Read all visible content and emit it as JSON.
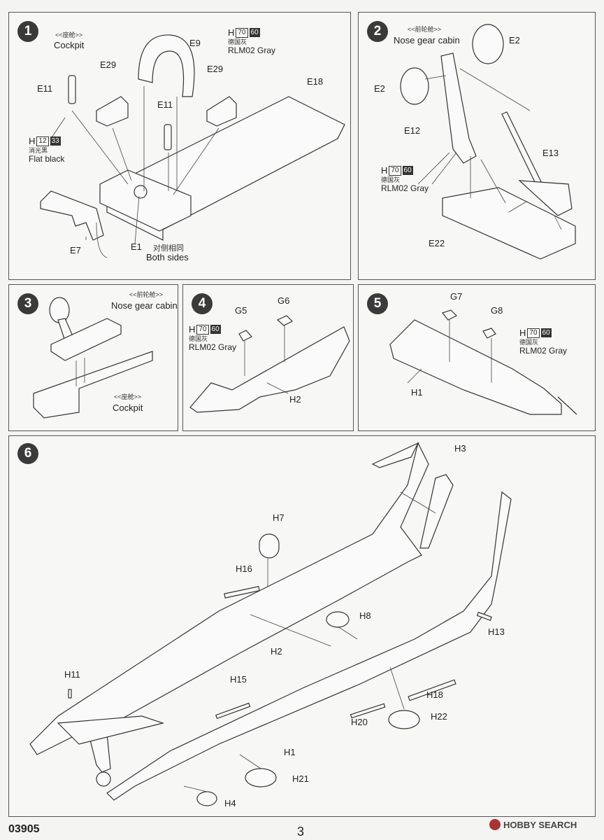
{
  "page": {
    "code": "03905",
    "number": "3",
    "watermark": "HOBBY SEARCH"
  },
  "steps": {
    "s1": {
      "num": "1",
      "cockpit_cn": "<<座舱>>",
      "cockpit": "Cockpit",
      "paint_gray": {
        "letter": "H",
        "c1": "70",
        "c2": "60",
        "cn": "德国灰",
        "name": "RLM02 Gray"
      },
      "paint_black": {
        "letter": "H",
        "c1": "12",
        "c2": "33",
        "cn": "消光黑",
        "name": "Flat black"
      },
      "parts": {
        "e9": "E9",
        "e29a": "E29",
        "e29b": "E29",
        "e11a": "E11",
        "e11b": "E11",
        "e18": "E18",
        "e7": "E7",
        "e1": "E1"
      },
      "both_cn": "对侧相同",
      "both": "Both sides"
    },
    "s2": {
      "num": "2",
      "title_cn": "<<前轮舱>>",
      "title": "Nose gear cabin",
      "paint": {
        "letter": "H",
        "c1": "70",
        "c2": "60",
        "cn": "德国灰",
        "name": "RLM02 Gray"
      },
      "parts": {
        "e2a": "E2",
        "e2b": "E2",
        "e12": "E12",
        "e13": "E13",
        "e22": "E22"
      }
    },
    "s3": {
      "num": "3",
      "title_cn": "<<前轮舱>>",
      "title": "Nose gear cabin",
      "cockpit_cn": "<<座舱>>",
      "cockpit": "Cockpit"
    },
    "s4": {
      "num": "4",
      "paint": {
        "letter": "H",
        "c1": "70",
        "c2": "60",
        "cn": "德国灰",
        "name": "RLM02 Gray"
      },
      "parts": {
        "g5": "G5",
        "g6": "G6",
        "h2": "H2"
      }
    },
    "s5": {
      "num": "5",
      "paint": {
        "letter": "H",
        "c1": "70",
        "c2": "60",
        "cn": "德国灰",
        "name": "RLM02 Gray"
      },
      "parts": {
        "g7": "G7",
        "g8": "G8",
        "h1": "H1"
      }
    },
    "s6": {
      "num": "6",
      "parts": {
        "h3": "H3",
        "h7": "H7",
        "h16": "H16",
        "h8": "H8",
        "h2": "H2",
        "h13": "H13",
        "h11": "H11",
        "h15": "H15",
        "h18": "H18",
        "h20": "H20",
        "h22": "H22",
        "h1": "H1",
        "h21": "H21",
        "h4": "H4"
      }
    }
  }
}
